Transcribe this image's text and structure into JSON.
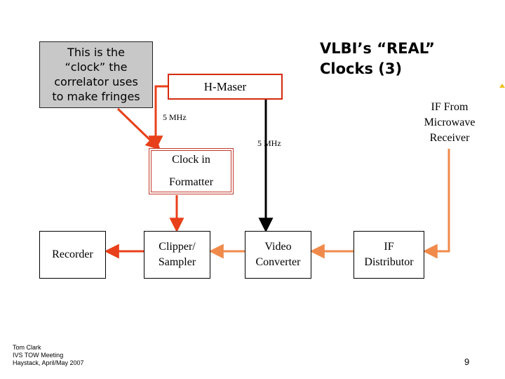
{
  "title": "VLBI’s “REAL”\nClocks (3)",
  "callout": {
    "lines": [
      "This is the",
      "“clock” the",
      "correlator uses",
      "to make fringes"
    ]
  },
  "blocks": {
    "maser": "H-Maser",
    "formatter": [
      "Clock in",
      "Formatter"
    ],
    "recorder": "Recorder",
    "clipper": [
      "Clipper/",
      "Sampler"
    ],
    "video": [
      "Video",
      "Converter"
    ],
    "if_distributor": [
      "IF",
      "Distributor"
    ]
  },
  "labels": {
    "maser_to_formatter": "5 MHz",
    "maser_to_video": "5 MHz"
  },
  "if_source": [
    "IF From",
    "Microwave",
    "Receiver"
  ],
  "footer": [
    "Tom Clark",
    "IVS TOW Meeting",
    "Haystack, April/May 2007"
  ],
  "page_number": "9",
  "colors": {
    "red": "#e8401a",
    "orange": "#f08a4b",
    "maser_border": "#d42a0c",
    "black": "#000000",
    "callout_fill": "#c8c8c8"
  }
}
